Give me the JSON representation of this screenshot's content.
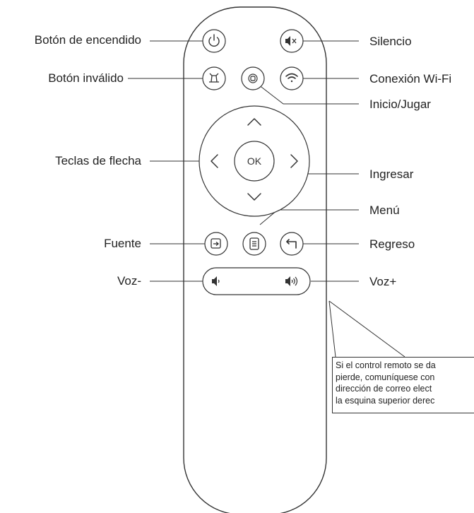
{
  "labels_left": {
    "power": "Botón de encendido",
    "invalid": "Botón inválido",
    "arrows": "Teclas de flecha",
    "source": "Fuente",
    "vol_down": "Voz-"
  },
  "labels_right": {
    "mute": "Silencio",
    "wifi": "Conexión Wi-Fi",
    "home": "Inicio/Jugar",
    "enter": "Ingresar",
    "menu": "Menú",
    "back": "Regreso",
    "vol_up": "Voz+"
  },
  "ok_label": "OK",
  "note_lines": [
    "Si el control remoto se da",
    "pierde, comuníquese con",
    "dirección de correo elect",
    "la esquina superior derec"
  ],
  "icons": [
    "power-icon",
    "mute-icon",
    "keystone-icon",
    "home-icon",
    "wifi-icon",
    "arrow-up-icon",
    "arrow-left-icon",
    "arrow-right-icon",
    "arrow-down-icon",
    "source-icon",
    "menu-icon",
    "back-icon",
    "volume-down-icon",
    "volume-up-icon"
  ]
}
